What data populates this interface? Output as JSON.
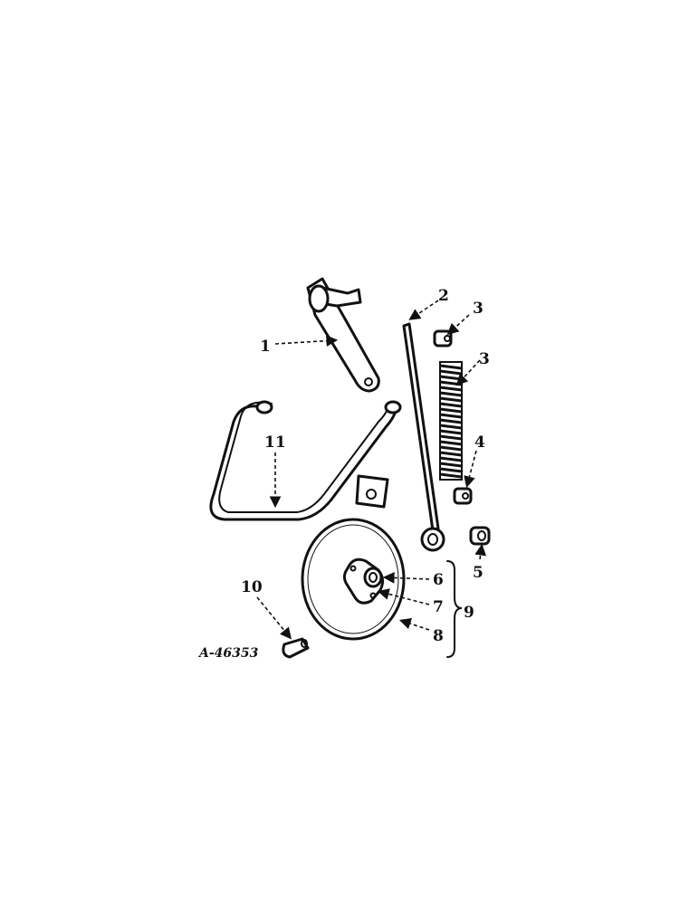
{
  "figure": {
    "number": "A-46353",
    "callouts": [
      {
        "id": "c1",
        "label": "1"
      },
      {
        "id": "c2",
        "label": "2"
      },
      {
        "id": "c3a",
        "label": "3"
      },
      {
        "id": "c3b",
        "label": "3"
      },
      {
        "id": "c4",
        "label": "4"
      },
      {
        "id": "c5",
        "label": "5"
      },
      {
        "id": "c6",
        "label": "6"
      },
      {
        "id": "c7",
        "label": "7"
      },
      {
        "id": "c8",
        "label": "8"
      },
      {
        "id": "c9",
        "label": "9"
      },
      {
        "id": "c10",
        "label": "10"
      },
      {
        "id": "c11",
        "label": "11"
      }
    ]
  }
}
